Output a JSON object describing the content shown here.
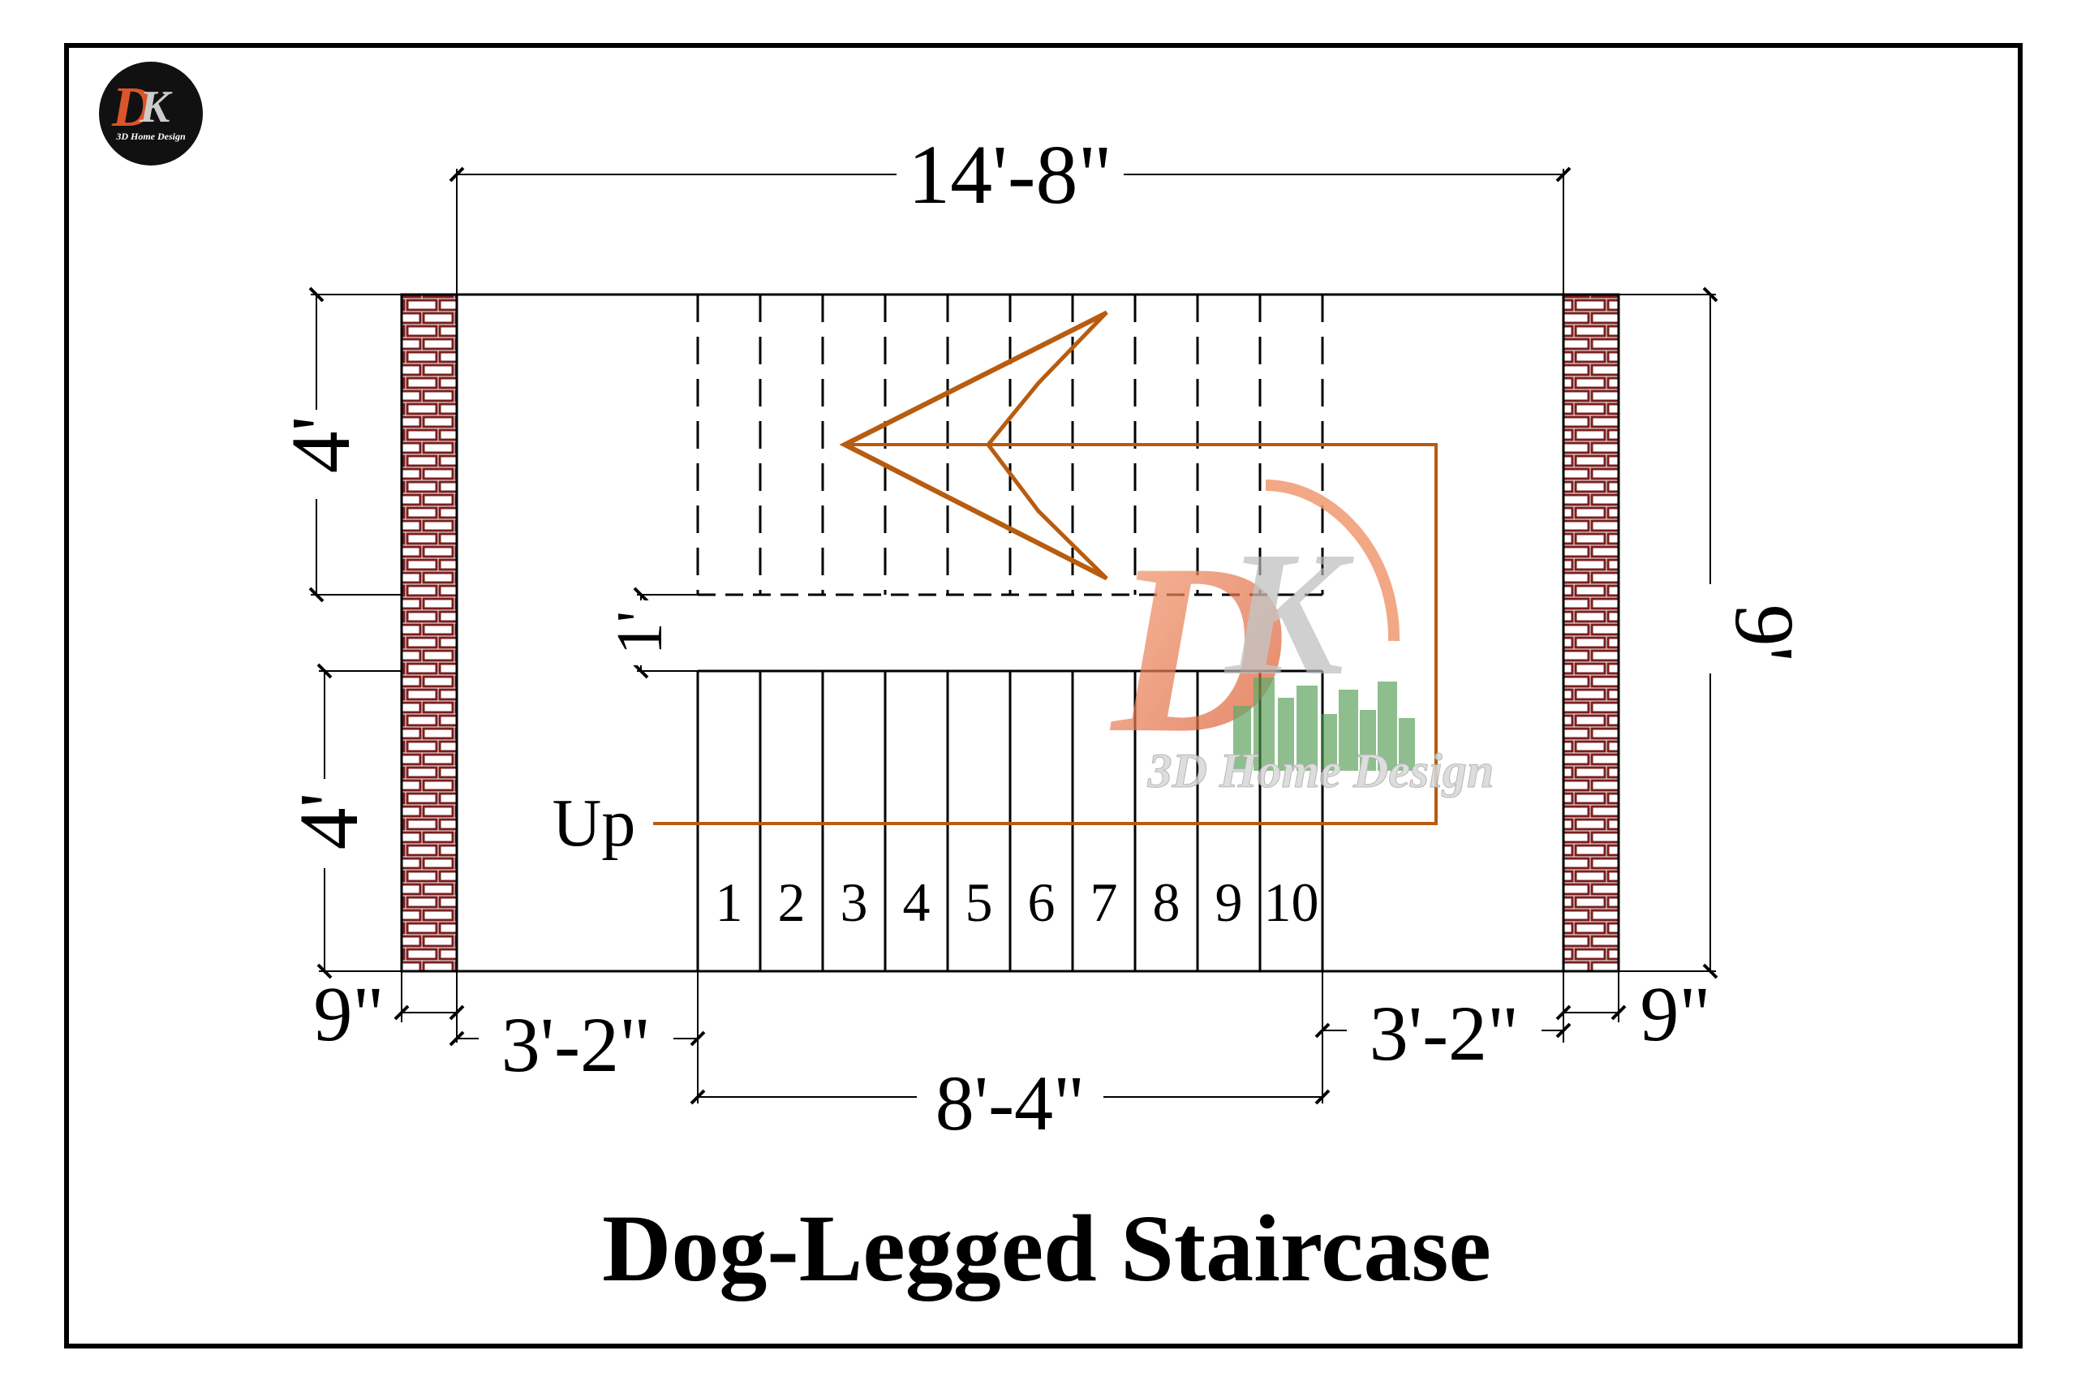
{
  "diagram": {
    "title": "Dog-Legged Staircase",
    "direction_label": "Up",
    "dimensions": {
      "overall_width": "14'-8\"",
      "overall_depth": "9'",
      "upper_flight_width": "4'",
      "lower_flight_width": "4'",
      "gap": "1'",
      "wall_left": "9\"",
      "wall_right": "9\"",
      "landing_left": "3'-2\"",
      "landing_right": "3'-2\"",
      "flight_length": "8'-4\""
    },
    "step_numbers": [
      "1",
      "2",
      "3",
      "4",
      "5",
      "6",
      "7",
      "8",
      "9",
      "10"
    ],
    "colors": {
      "line": "#000000",
      "arrow": "#b85c10",
      "brick_mortar": "#ffffff",
      "brick_outline": "#7a1e1e",
      "watermark_d": "#e8774a",
      "watermark_buildings": "#4f9a4f"
    }
  },
  "logo": {
    "small_text": "3D Home Design",
    "watermark_text": "3D Home Design"
  }
}
